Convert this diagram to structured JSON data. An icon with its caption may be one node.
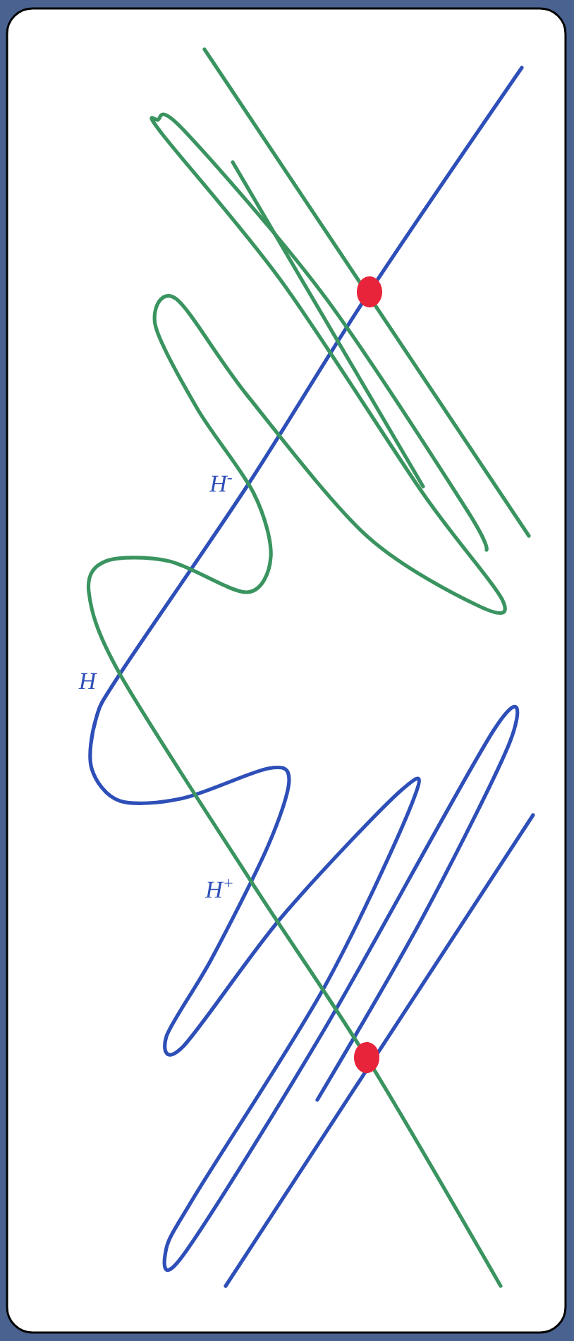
{
  "diagram": {
    "labels": [
      "H$^{-}$",
      "H",
      "H$^{+}$"
    ]
  }
}
